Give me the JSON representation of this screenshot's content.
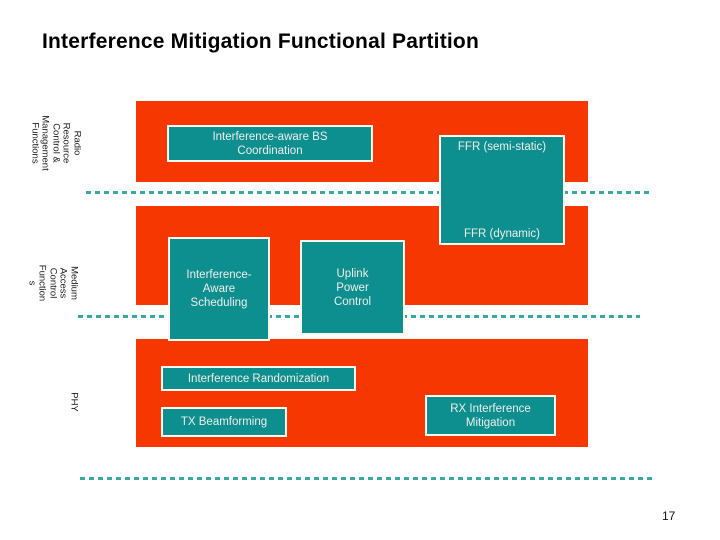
{
  "slide": {
    "title": "Interference Mitigation Functional Partition",
    "page_number": "17"
  },
  "colors": {
    "orange": "#f63701",
    "teal": "#0d8f8f",
    "dashed_line": "#3aa89f",
    "box_text": "#eeeeea",
    "box_border": "#fcf9ec"
  },
  "layers": {
    "rrc": {
      "label": "Radio\nResource\nControl &\nManagement\nFunctions"
    },
    "mac": {
      "label": "Medium\nAccess\nControl\nFunction\ns"
    },
    "phy": {
      "label": "PHY"
    }
  },
  "boxes": {
    "bs_coordination": "Interference-aware BS\nCoordination",
    "ffr_semi_static": "FFR (semi-static)",
    "ffr_dynamic": "FFR (dynamic)",
    "ia_scheduling": "Interference-\nAware\nScheduling",
    "uplink_power": "Uplink\nPower\nControl",
    "interference_randomization": "Interference Randomization",
    "tx_beamforming": "TX Beamforming",
    "rx_interference": "RX Interference\nMitigation"
  }
}
